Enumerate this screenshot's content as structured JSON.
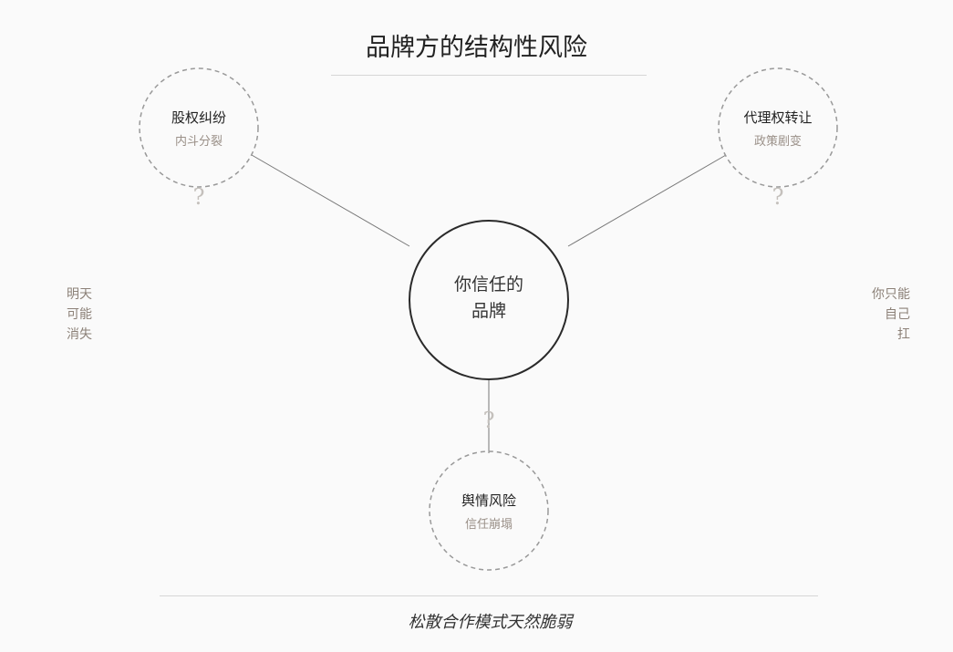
{
  "title": "品牌方的结构性风险",
  "center": {
    "line1": "你信任的",
    "line2": "品牌"
  },
  "nodes": [
    {
      "main": "股权纠纷",
      "sub": "内斗分裂",
      "mark": "?"
    },
    {
      "main": "代理权转让",
      "sub": "政策剧变",
      "mark": "?"
    },
    {
      "main": "舆情风险",
      "sub": "信任崩塌",
      "mark": "?"
    }
  ],
  "left_text": [
    "明天",
    "可能",
    "消失"
  ],
  "right_text": [
    "你只能",
    "自己",
    "扛"
  ],
  "footer": "松散合作模式天然脆弱"
}
